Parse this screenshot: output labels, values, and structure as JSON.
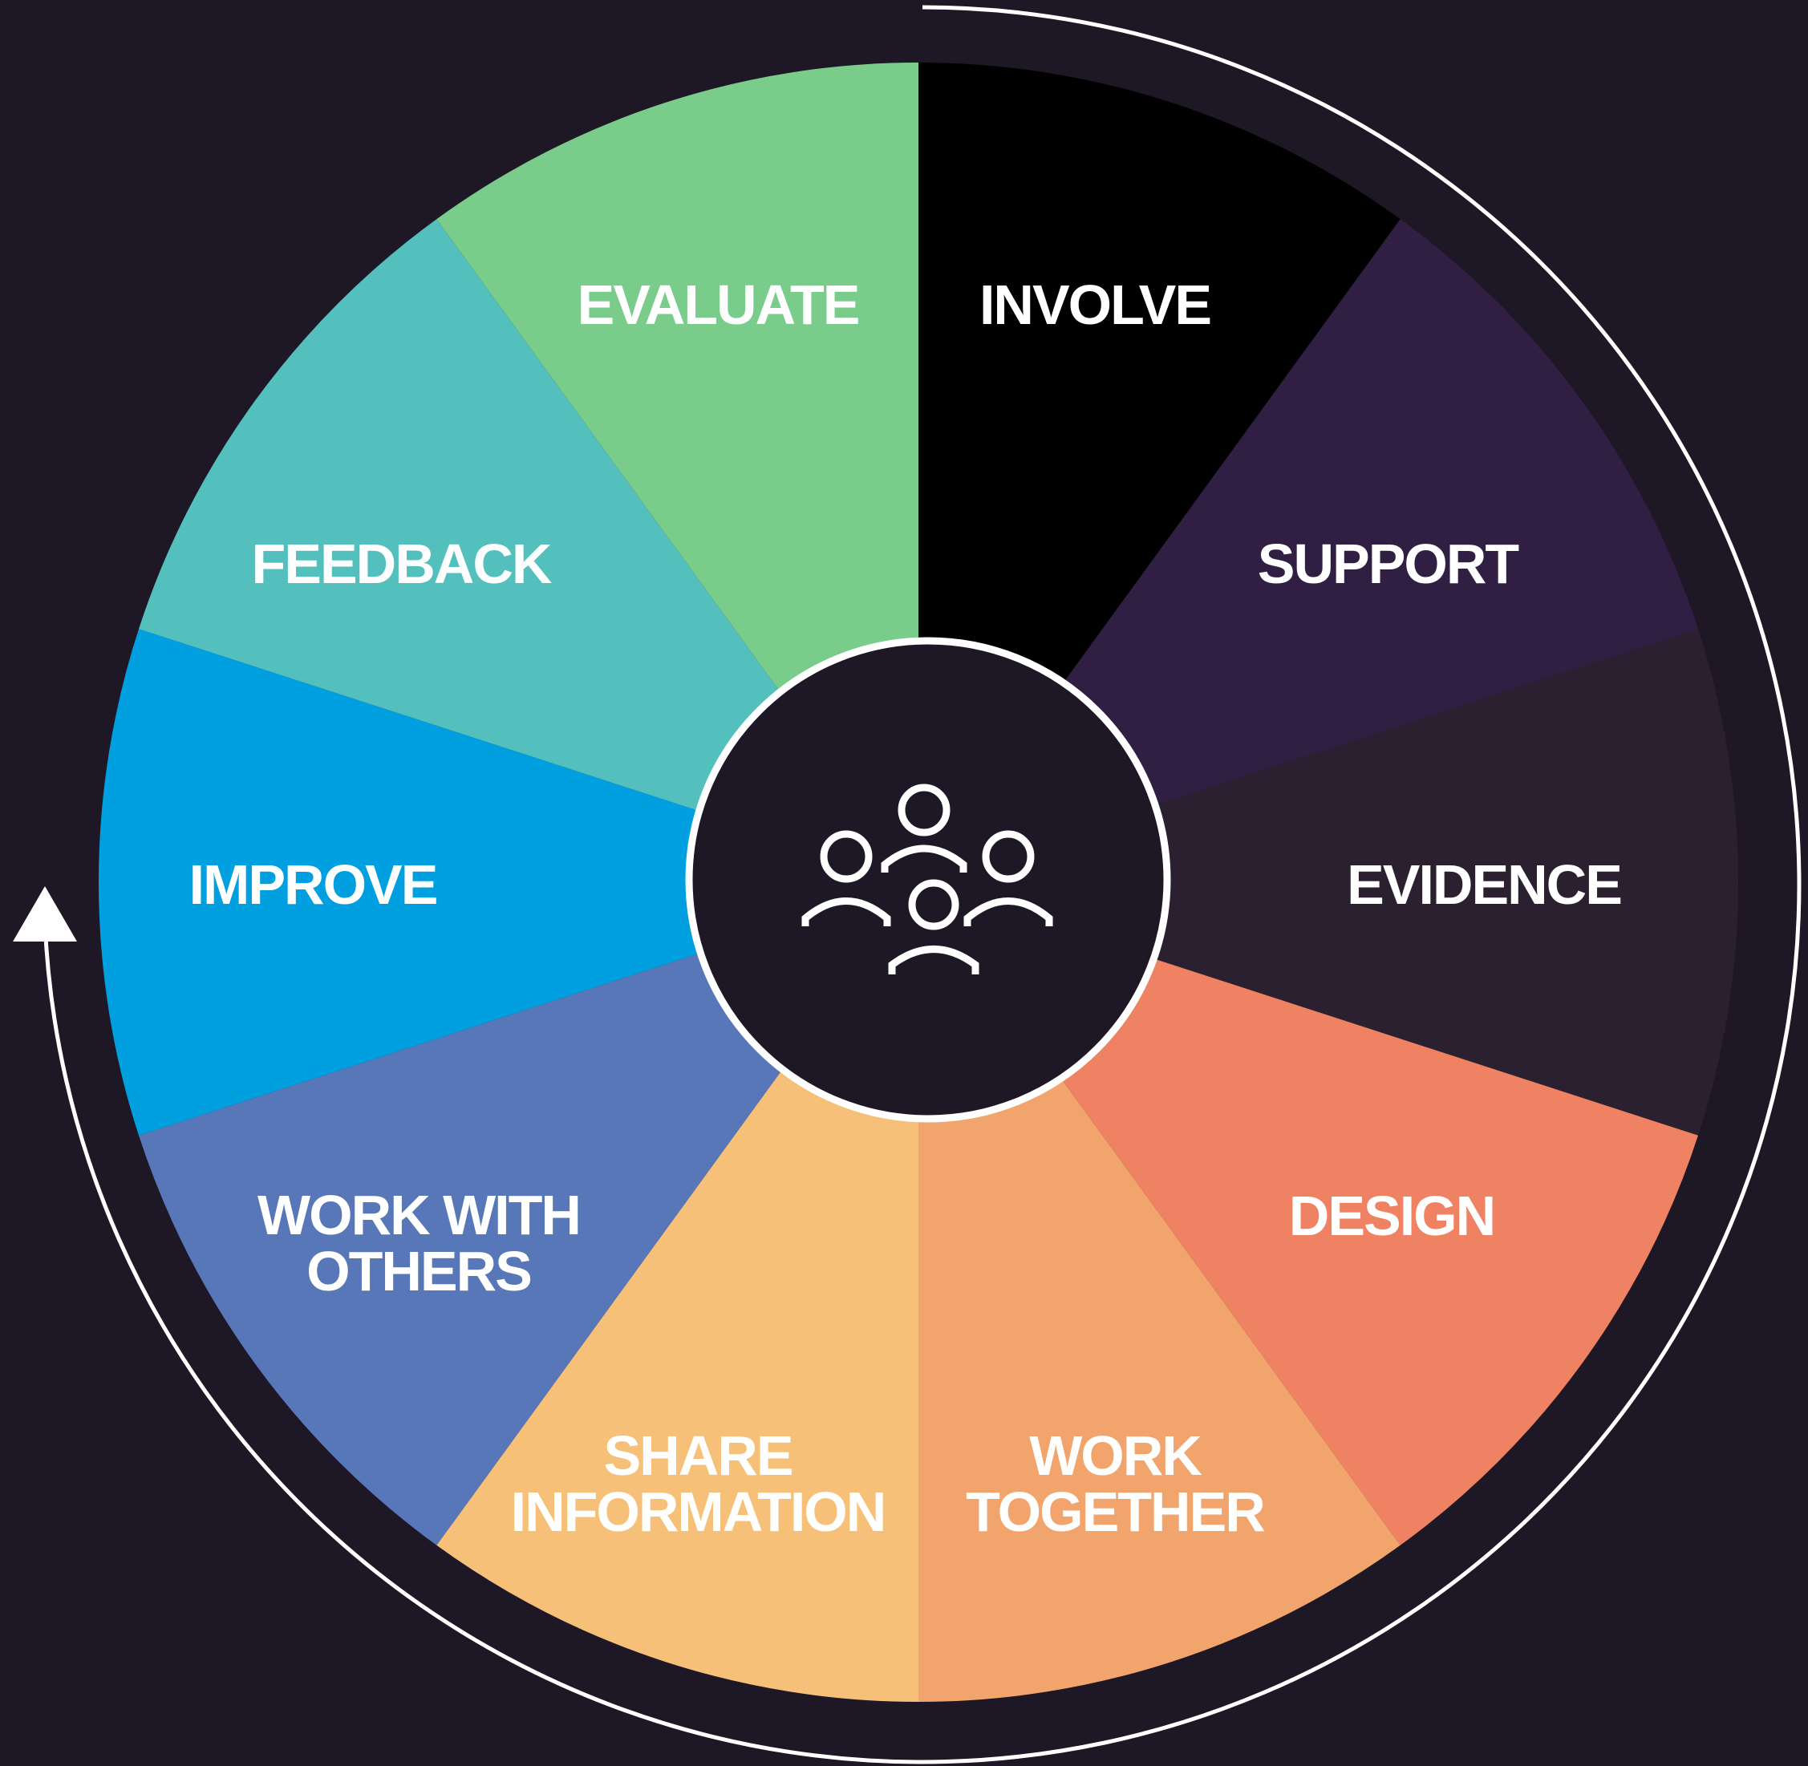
{
  "diagram": {
    "segments": [
      {
        "id": "involve",
        "lines": [
          "INVOLVE"
        ],
        "color": "#000000"
      },
      {
        "id": "support",
        "lines": [
          "SUPPORT"
        ],
        "color": "#311f43"
      },
      {
        "id": "evidence",
        "lines": [
          "EVIDENCE"
        ],
        "color": "#2b2030"
      },
      {
        "id": "design",
        "lines": [
          "DESIGN"
        ],
        "color": "#ef8263"
      },
      {
        "id": "work-together",
        "lines": [
          "WORK",
          "TOGETHER"
        ],
        "color": "#f2a46d"
      },
      {
        "id": "share-information",
        "lines": [
          "SHARE",
          "INFORMATION"
        ],
        "color": "#f6c078"
      },
      {
        "id": "work-with-others",
        "lines": [
          "WORK WITH",
          "OTHERS"
        ],
        "color": "#5877b8"
      },
      {
        "id": "improve",
        "lines": [
          "IMPROVE"
        ],
        "color": "#00a0e0"
      },
      {
        "id": "feedback",
        "lines": [
          "FEEDBACK"
        ],
        "color": "#53c0bd"
      },
      {
        "id": "evaluate",
        "lines": [
          "EVALUATE"
        ],
        "color": "#7acc8a"
      }
    ],
    "center_icon": "people-group-icon",
    "cycle_arrow_icon": "cycle-arrow-icon",
    "colors": {
      "background": "#1e1725",
      "center": "#1e1725",
      "outline": "#ffffff"
    }
  }
}
